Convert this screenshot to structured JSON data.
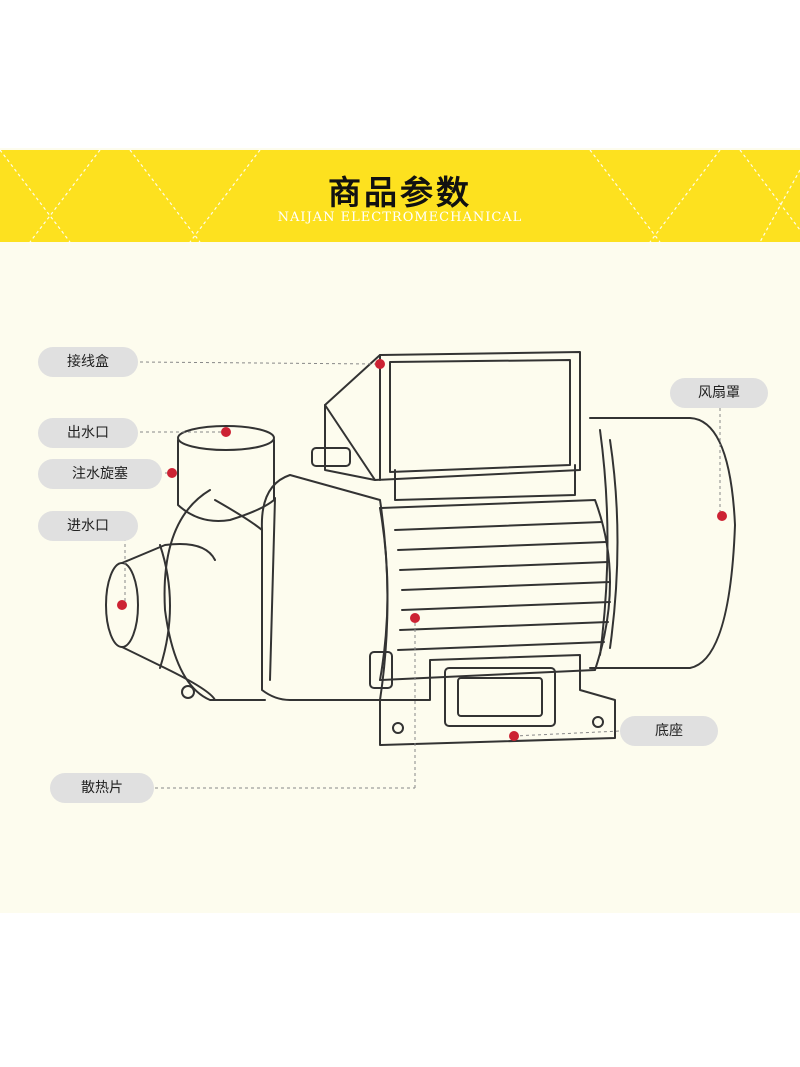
{
  "banner": {
    "title": "商品参数",
    "subtitle": "NAIJAN ELECTROMECHANICAL"
  },
  "labels": {
    "junction_box": "接线盒",
    "outlet": "出水口",
    "priming_plug": "注水旋塞",
    "inlet": "进水口",
    "fan_cover": "风扇罩",
    "base": "底座",
    "cooling_fins": "散热片"
  },
  "colors": {
    "banner": "#fde11f",
    "background": "#fdfcee",
    "marker": "#cc2233",
    "label_bg": "#e0e0e0"
  }
}
